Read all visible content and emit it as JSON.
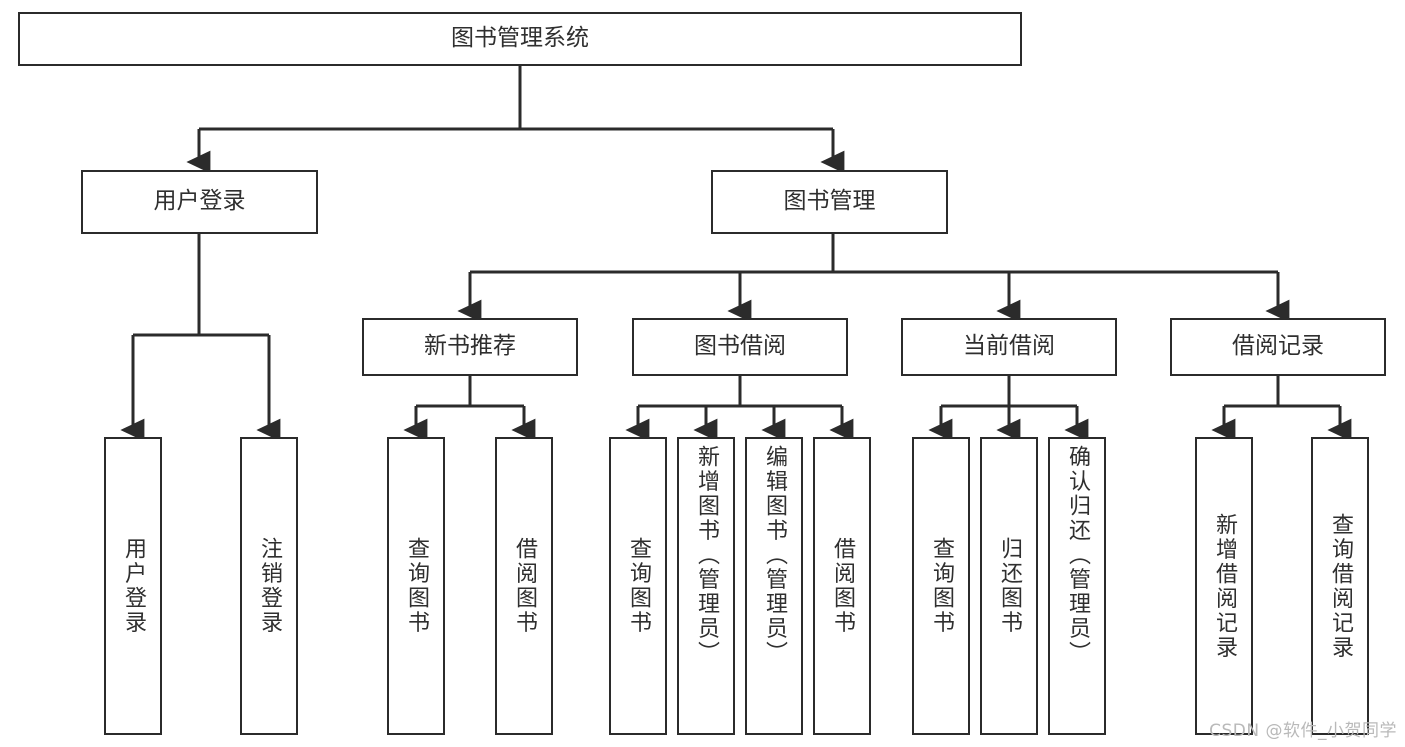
{
  "diagram": {
    "title": "图书管理系统",
    "type": "tree-hierarchy-chart",
    "watermark": "CSDN @软件_小贺同学",
    "line_color": "#2b2b2b",
    "box_fill": "#ffffff",
    "text_color": "#2f2f2f",
    "nodes": {
      "root": {
        "label": "图书管理系统"
      },
      "level2": [
        {
          "id": "user-login",
          "label": "用户登录"
        },
        {
          "id": "book-manage",
          "label": "图书管理"
        }
      ],
      "level3": [
        {
          "id": "new-book-recommend",
          "label": "新书推荐"
        },
        {
          "id": "book-borrow",
          "label": "图书借阅"
        },
        {
          "id": "current-borrow",
          "label": "当前借阅"
        },
        {
          "id": "borrow-record",
          "label": "借阅记录"
        }
      ],
      "leaves": {
        "user_login": [
          {
            "id": "leaf-user-login",
            "label": "用户登录"
          },
          {
            "id": "leaf-logout-login",
            "label": "注销登录"
          }
        ],
        "new_book_recommend": [
          {
            "id": "leaf-query-book-1",
            "label": "查询图书"
          },
          {
            "id": "leaf-borrow-book-1",
            "label": "借阅图书"
          }
        ],
        "book_borrow": [
          {
            "id": "leaf-query-book-2",
            "label": "查询图书"
          },
          {
            "id": "leaf-add-book-admin",
            "label": "新增图书（管理员）"
          },
          {
            "id": "leaf-edit-book-admin",
            "label": "编辑图书（管理员）"
          },
          {
            "id": "leaf-borrow-book-2",
            "label": "借阅图书"
          }
        ],
        "current_borrow": [
          {
            "id": "leaf-query-book-3",
            "label": "查询图书"
          },
          {
            "id": "leaf-return-book",
            "label": "归还图书"
          },
          {
            "id": "leaf-confirm-return-admin",
            "label": "确认归还（管理员）"
          }
        ],
        "borrow_record": [
          {
            "id": "leaf-add-borrow-record",
            "label": "新增借阅记录"
          },
          {
            "id": "leaf-query-borrow-record",
            "label": "查询借阅记录"
          }
        ]
      }
    }
  }
}
